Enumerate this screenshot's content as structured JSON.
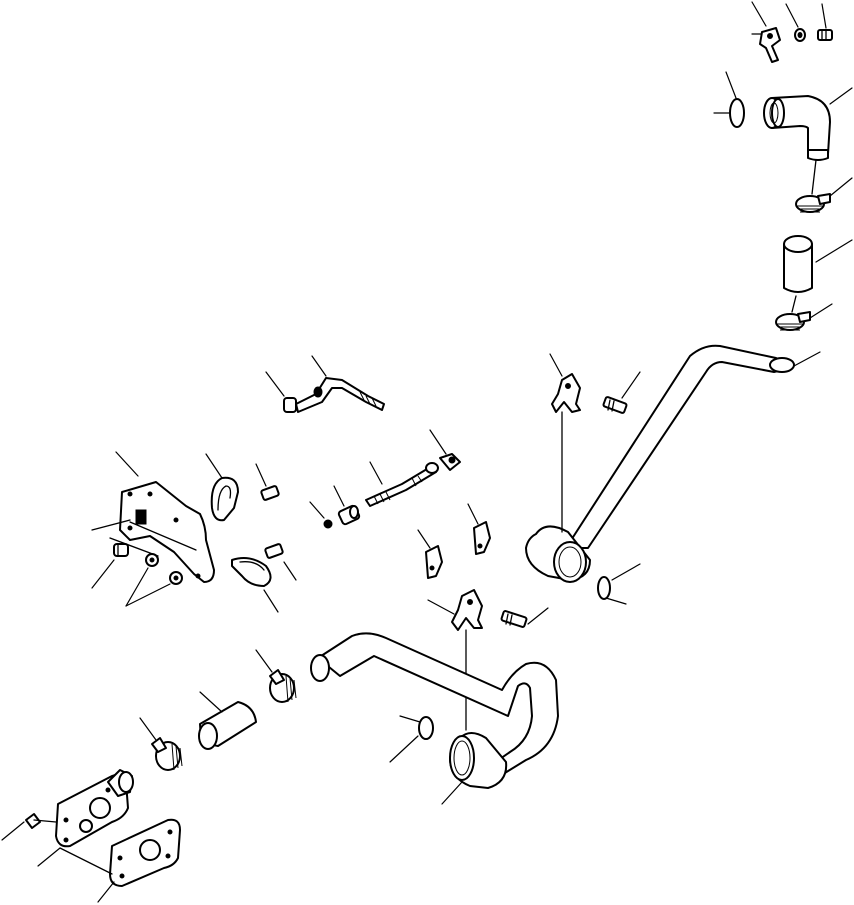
{
  "diagram": {
    "style": "exploded parts illustration, black line art on white",
    "background": "#ffffff",
    "line_color": "#000000",
    "parts": [
      "bracket",
      "washer",
      "bolt",
      "o-ring",
      "elbow-fitting",
      "hose-clamp",
      "hose",
      "pipe",
      "pipe-bracket",
      "clip",
      "hose-fitting",
      "tube-assembly",
      "support-plate",
      "strap-clip",
      "nut",
      "connector",
      "flange-cover",
      "gasket",
      "screw"
    ]
  }
}
